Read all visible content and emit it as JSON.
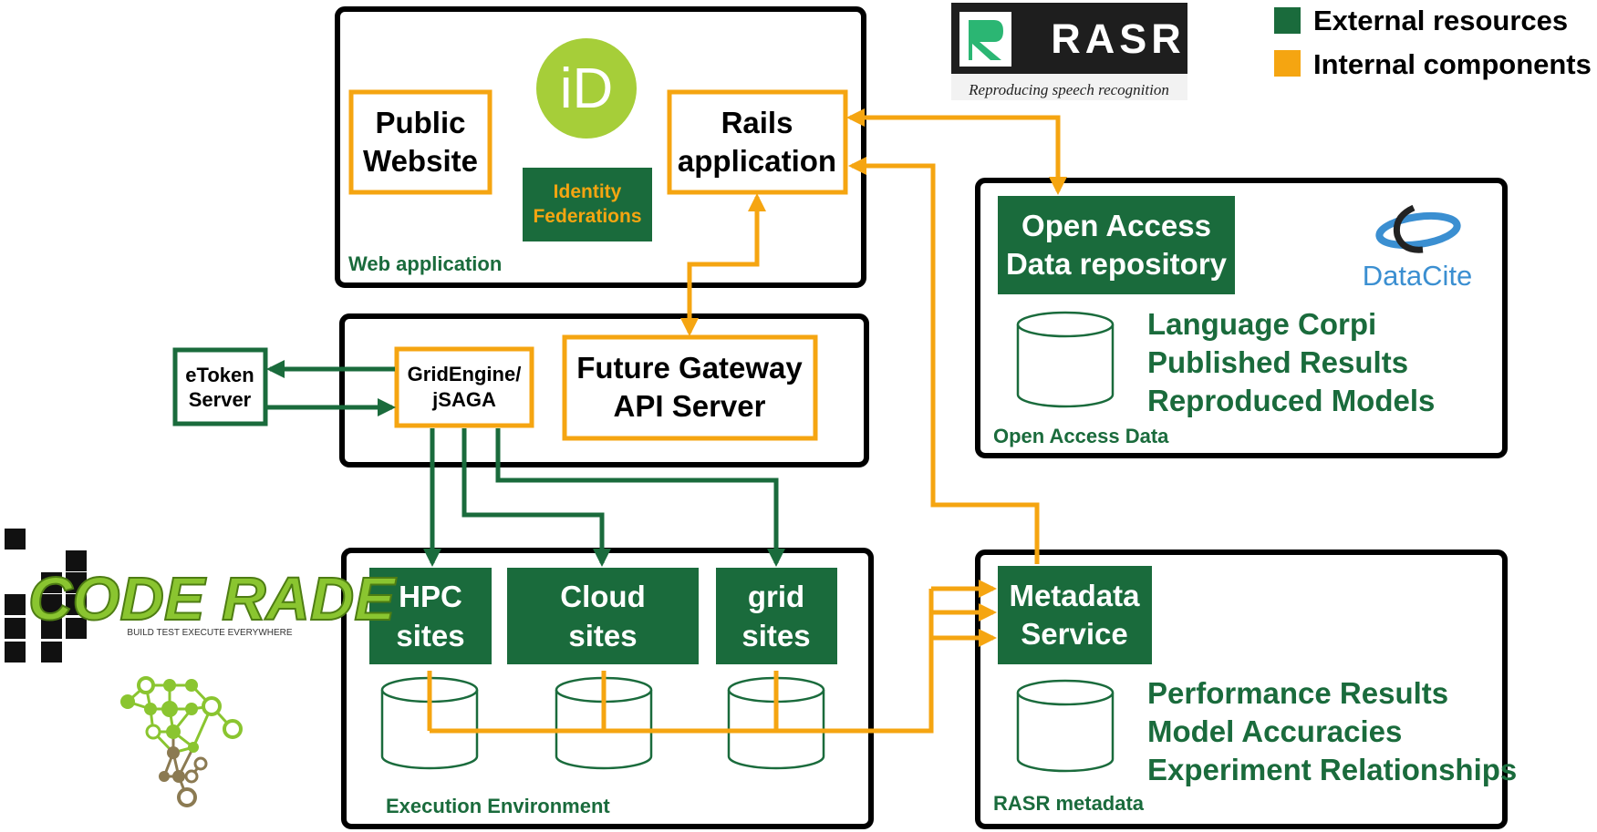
{
  "colors": {
    "external": "#1a6b3c",
    "internal": "#f5a511",
    "frame": "#000000",
    "orcid": "#a6ce39",
    "datacite_blue": "#3b8fd1",
    "coderade_green": "#8ac530",
    "tree_brown": "#8b7a52"
  },
  "legend": {
    "external": "External resources",
    "internal": "Internal components"
  },
  "logos": {
    "rasr_name": "RASR",
    "rasr_tagline": "Reproducing speech recognition",
    "orcid_mark": "iD",
    "datacite": "DataCite",
    "coderade_name": "CODE RADE",
    "coderade_tagline": "BUILD TEST EXECUTE EVERYWHERE"
  },
  "web_app": {
    "label": "Web application",
    "public_website": [
      "Public",
      "Website"
    ],
    "rails": [
      "Rails",
      "application"
    ],
    "identity": [
      "Identity",
      "Federations"
    ]
  },
  "gateway": {
    "gridengine": [
      "GridEngine/",
      "jSAGA"
    ],
    "future_gateway": [
      "Future Gateway",
      "API Server"
    ],
    "etoken": [
      "eToken",
      "Server"
    ]
  },
  "execution": {
    "label": "Execution Environment",
    "hpc": [
      "HPC",
      "sites"
    ],
    "cloud": [
      "Cloud",
      "sites"
    ],
    "grid": [
      "grid",
      "sites"
    ]
  },
  "open_access": {
    "label": "Open Access Data",
    "repo": [
      "Open Access",
      "Data repository"
    ],
    "items": [
      "Language Corpi",
      "Published Results",
      "Reproduced Models"
    ]
  },
  "metadata": {
    "label": "RASR metadata",
    "service": [
      "Metadata",
      "Service"
    ],
    "items": [
      "Performance Results",
      "Model Accuracies",
      "Experiment Relationships"
    ]
  }
}
